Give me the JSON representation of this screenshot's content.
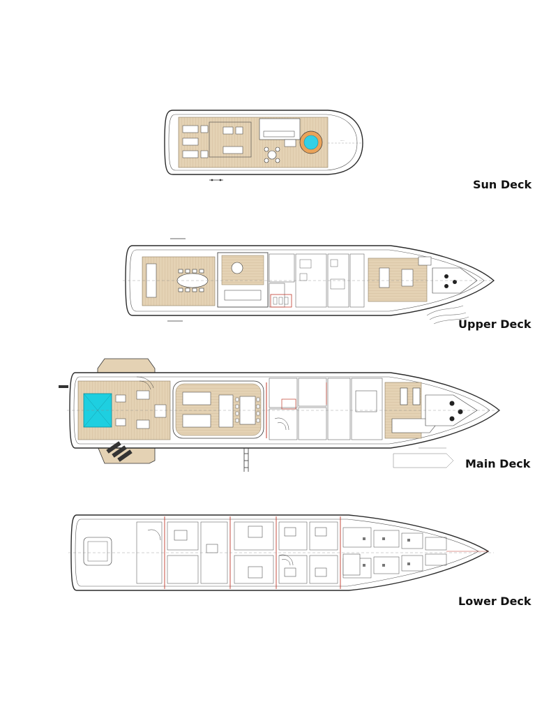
{
  "decks": [
    {
      "id": "sun",
      "label": "Sun Deck"
    },
    {
      "id": "upper",
      "label": "Upper Deck"
    },
    {
      "id": "main",
      "label": "Main Deck"
    },
    {
      "id": "lower",
      "label": "Lower Deck"
    }
  ],
  "colors": {
    "hull_line": "#2a2a2a",
    "teak": "#e4d2b4",
    "teak_line": "#c9b38f",
    "pool": "#1ecfe0",
    "jacuzzi": "#33d0e6",
    "bulkhead": "#c0392b"
  }
}
